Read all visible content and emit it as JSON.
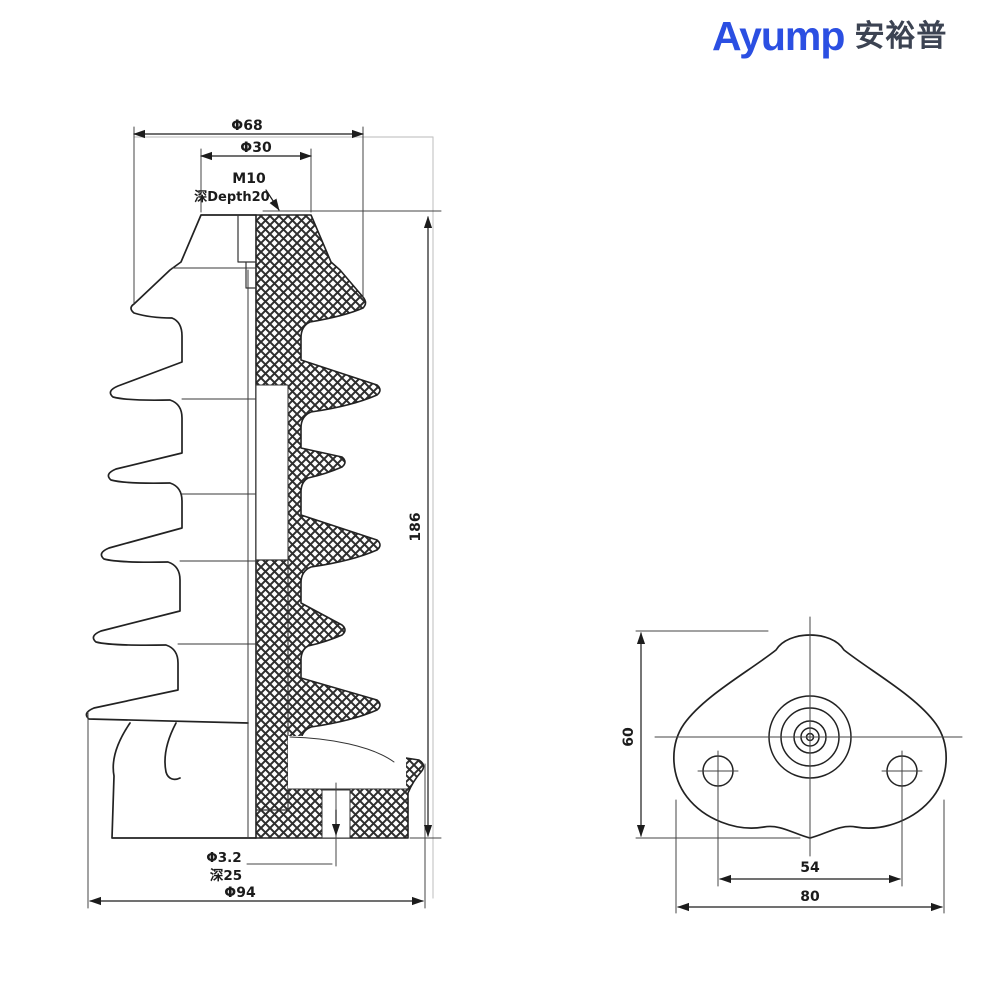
{
  "brand": {
    "name": "Ayump",
    "cjk_name": "安裕普",
    "brand_color": "#2b4fe2",
    "cjk_color": "#3c4352"
  },
  "drawing": {
    "line_color": "#222222",
    "hatch_style": "crosshatch-section",
    "views": [
      "side-section-view",
      "bottom-flange-view"
    ]
  },
  "side_view": {
    "dims": {
      "top_shed_diameter": "Φ68",
      "cap_top_diameter": "Φ30",
      "thread_spec": "M10",
      "thread_depth": "深Depth20",
      "overall_height": "186",
      "bottom_hole_diameter": "Φ3.2",
      "bottom_hole_depth": "深25",
      "base_diameter": "Φ94"
    }
  },
  "bottom_view": {
    "dims": {
      "flange_height": "60",
      "hole_spacing": "54",
      "flange_width": "80"
    }
  }
}
